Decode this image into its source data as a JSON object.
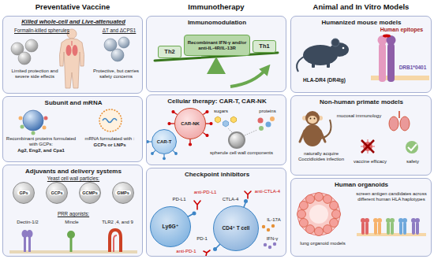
{
  "diagram": {
    "nodes": [
      {
        "text": [
          "Killed whole-cell and Live-attenuated",
          "Formalin-killed spherules",
          "ΔT and ΔCPS1",
          "Limited protection and severe side effects",
          "Protective, but carries safety concerns"
        ]
      },
      {
        "text": [
          "Subunit and mRNA",
          "Recombinant proteins formulated with GCPs:",
          "Ag2, Eng2, and Cpa1",
          "mRNA formulated with :",
          "GCPs or LNPs"
        ]
      },
      {
        "text": [
          "Adjuvants and delivery systems",
          "Yeast cell wall particles:",
          "PRR agonists:",
          "Dectin-1/2",
          "Mincle",
          "TLR2 ,4, and 9"
        ]
      },
      {
        "text": [
          "GPs"
        ],
        "in": 2
      },
      {
        "text": [
          "GCPs"
        ],
        "in": 2
      },
      {
        "text": [
          "GCMPs"
        ],
        "in": 2
      },
      {
        "text": [
          "GMPs"
        ],
        "in": 2
      },
      {
        "text": [
          "Immunomodulation"
        ]
      },
      {
        "text": [
          "Th2"
        ],
        "in": 7
      },
      {
        "text": [
          "Recombinant IFN-γ and/or anti-IL-4R/IL-13R"
        ],
        "in": 7
      },
      {
        "text": [
          "Th1"
        ],
        "in": 7
      },
      {
        "text": [
          "Cellular therapy: CAR-T, CAR-NK",
          "sugars",
          "proteins",
          "spherule cell wall components"
        ]
      },
      {
        "text": [
          "CAR-T"
        ],
        "in": 11
      },
      {
        "text": [
          "CAR-NK"
        ],
        "in": 11
      },
      {
        "text": [
          "Checkpoint inhibitors",
          "PD-L1",
          "anti-PD-L1",
          "CTLA-4",
          "anti-CTLA-4",
          "IL-17A",
          "anti-PD-1",
          "PD-1",
          "IFN-γ"
        ]
      },
      {
        "text": [
          "Ly6G⁺"
        ],
        "in": 14
      },
      {
        "text": [
          "CD4⁺ T cell"
        ],
        "in": 14
      },
      {
        "text": [
          "Humanized mouse models",
          "Human epitopes",
          "HLA-DR4 (DR4tg)",
          "DRB1*0401"
        ]
      },
      {
        "text": [
          "Non-human primate models",
          "mucosal immunology",
          "naturally acquire Coccidioides infection",
          "vaccine efficacy",
          "safety"
        ]
      },
      {
        "text": [
          "Human organoids",
          "lung organoid models",
          "screen antigen candidates across different human HLA haplotypes"
        ]
      }
    ],
    "labels": [
      "Preventative Vaccine",
      "Immunotherapy",
      "Animal and In Vitro Models"
    ]
  }
}
